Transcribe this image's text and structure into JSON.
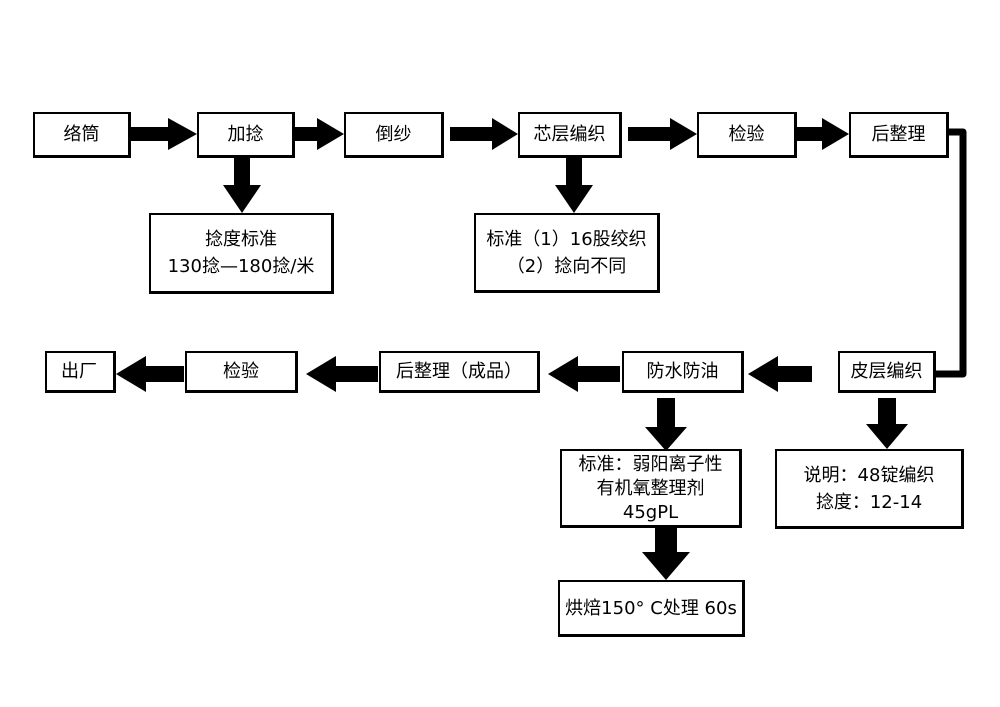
{
  "nodes": {
    "luotong": "络筒",
    "jianian": "加捻",
    "daosha": "倒纱",
    "xinceng": "芯层编织",
    "jianyan1": "检验",
    "houzhengli1": "后整理",
    "piceng": "皮层编织",
    "fangshui": "防水防油",
    "houzhengli2": "后整理（成品）",
    "jianyan2": "检验",
    "chuchang": "出厂"
  },
  "notes": {
    "twist": {
      "line1": "捻度标准",
      "line2": "130捻—180捻/米"
    },
    "core": {
      "line1": "标准（1）16股绞织",
      "line2": "（2）捻向不同"
    },
    "skin": {
      "line1": "说明：48锭编织",
      "line2": "捻度：12-14"
    },
    "finish": {
      "line1": "标准：弱阳离子性",
      "line2": "有机氧整理剂",
      "line3": "45gPL"
    },
    "bake": "烘焙150° C处理 60s"
  },
  "colors": {
    "line": "#000000",
    "fill": "#ffffff"
  }
}
